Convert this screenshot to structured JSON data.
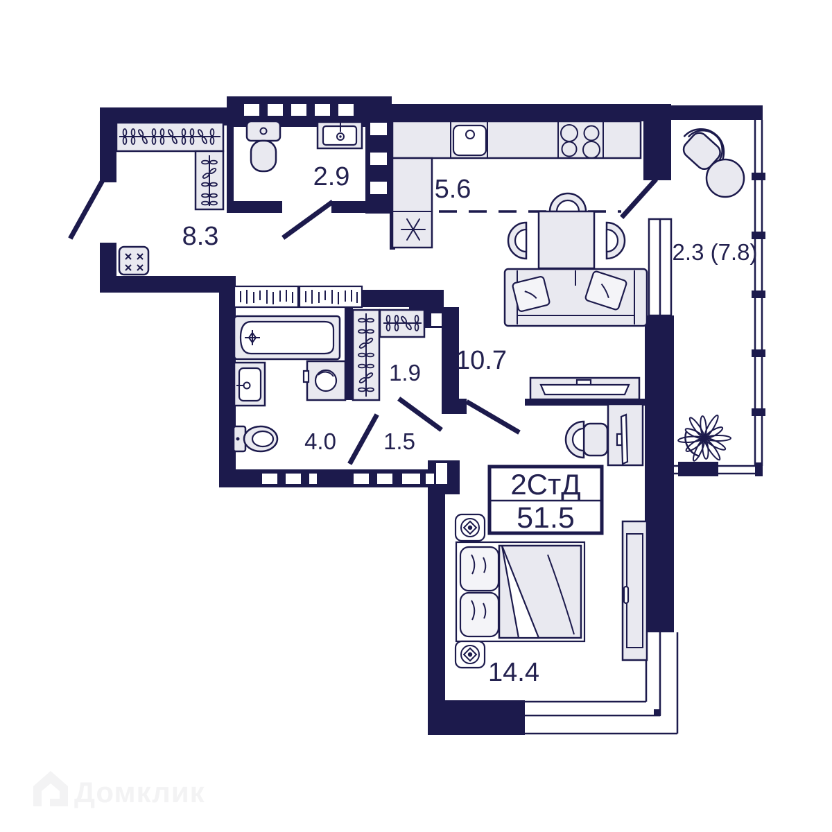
{
  "meta": {
    "title": "Apartment floor plan"
  },
  "colors": {
    "wall": "#1c1a4c",
    "furn": "#e9e9f0",
    "soft": "#f4f4f8",
    "text": "#23214f",
    "wm": "#f3f3f4",
    "bg": "#ffffff"
  },
  "unit_card": {
    "type_label": "2СтД",
    "total_area": "51.5"
  },
  "rooms": {
    "hallway": {
      "area": "8.3"
    },
    "wc": {
      "area": "2.9"
    },
    "kitchen": {
      "area": "5.6"
    },
    "balcony": {
      "area": "2.3 (7.8)"
    },
    "closet": {
      "area": "1.9"
    },
    "living": {
      "area": "10.7"
    },
    "bathroom": {
      "area": "4.0"
    },
    "corridor": {
      "area": "1.5"
    },
    "bedroom": {
      "area": "14.4"
    }
  },
  "watermark": {
    "brand": "Домклик"
  },
  "icons": {
    "stove_marker": "asterisk-marker",
    "vent": "ceiling-vent",
    "hanger": "clothes-hanger"
  }
}
